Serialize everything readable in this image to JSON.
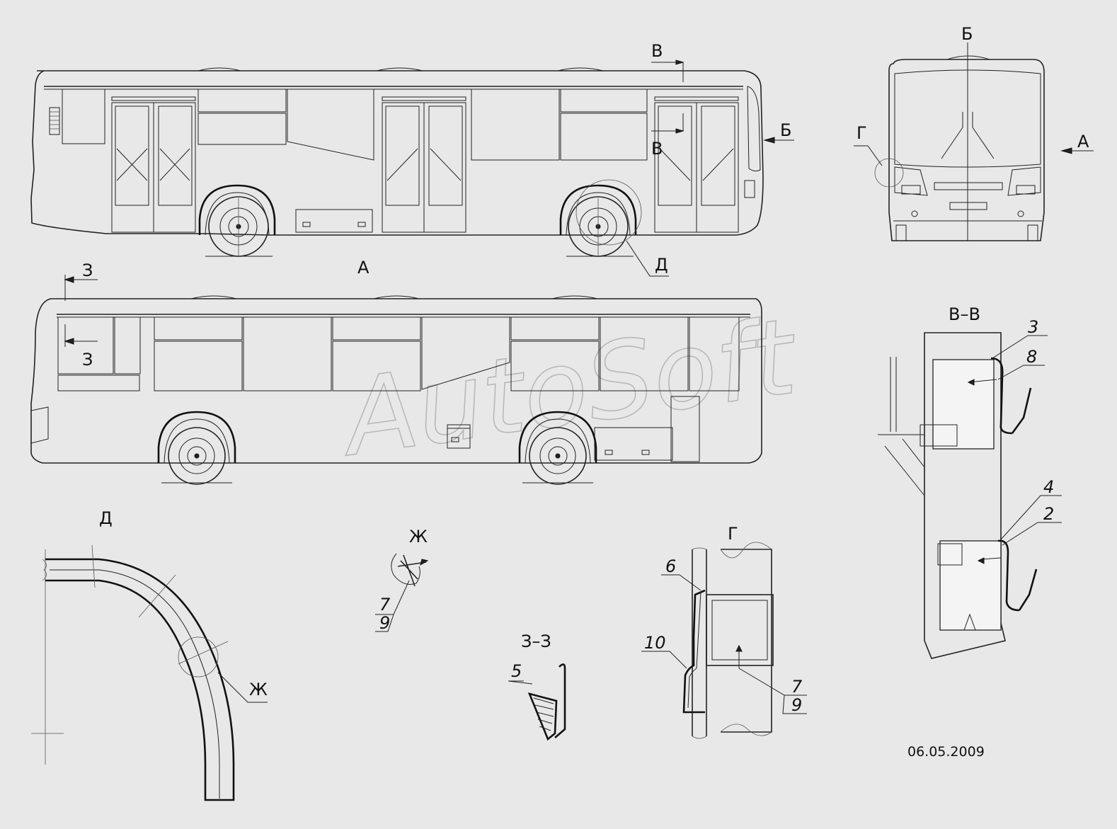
{
  "watermark": "AutoSoft",
  "date": "06.05.2009",
  "views": {
    "side_right": {
      "label": "А"
    },
    "front": {
      "label": "Б"
    },
    "section_vv": {
      "label": "В–В"
    },
    "detail_d": {
      "label": "Д"
    },
    "detail_zh": {
      "label": "Ж"
    },
    "section_33": {
      "label": "З–З"
    },
    "detail_g": {
      "label": "Г"
    }
  },
  "markers": {
    "b": "Б",
    "v": "В",
    "z": "З",
    "a": "А",
    "g": "Г",
    "d": "Д",
    "zh": "Ж"
  },
  "callouts": {
    "vv": [
      "3",
      "8",
      "4",
      "2"
    ],
    "zh": [
      "7",
      "9"
    ],
    "z3": [
      "5"
    ],
    "g": [
      "6",
      "10",
      "7",
      "9"
    ]
  }
}
